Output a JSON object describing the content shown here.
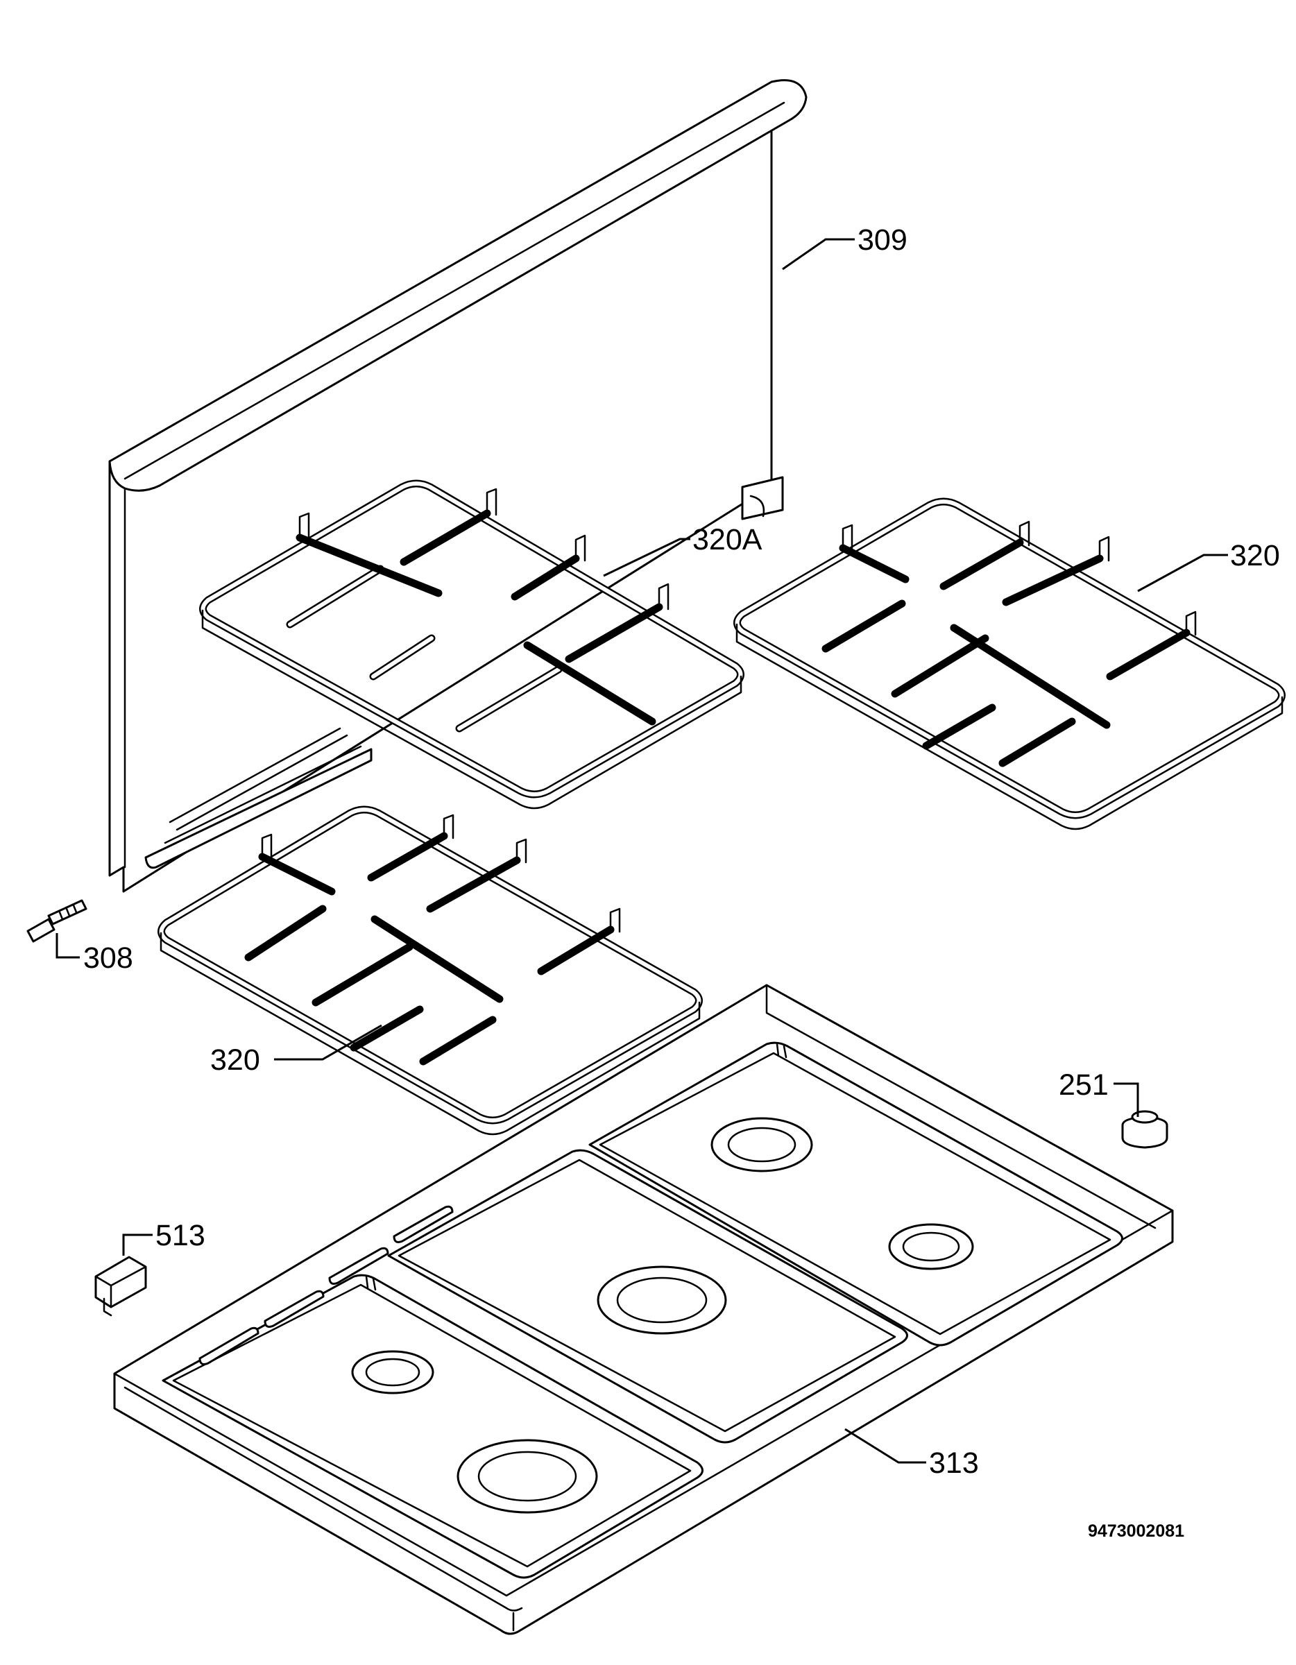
{
  "callouts": {
    "c309": "309",
    "c320a": "320A",
    "c320_right": "320",
    "c308": "308",
    "c320_left": "320",
    "c251": "251",
    "c513": "513",
    "c313": "313"
  },
  "document_number": "9473002081",
  "colors": {
    "line": "#000000",
    "background": "#ffffff"
  }
}
